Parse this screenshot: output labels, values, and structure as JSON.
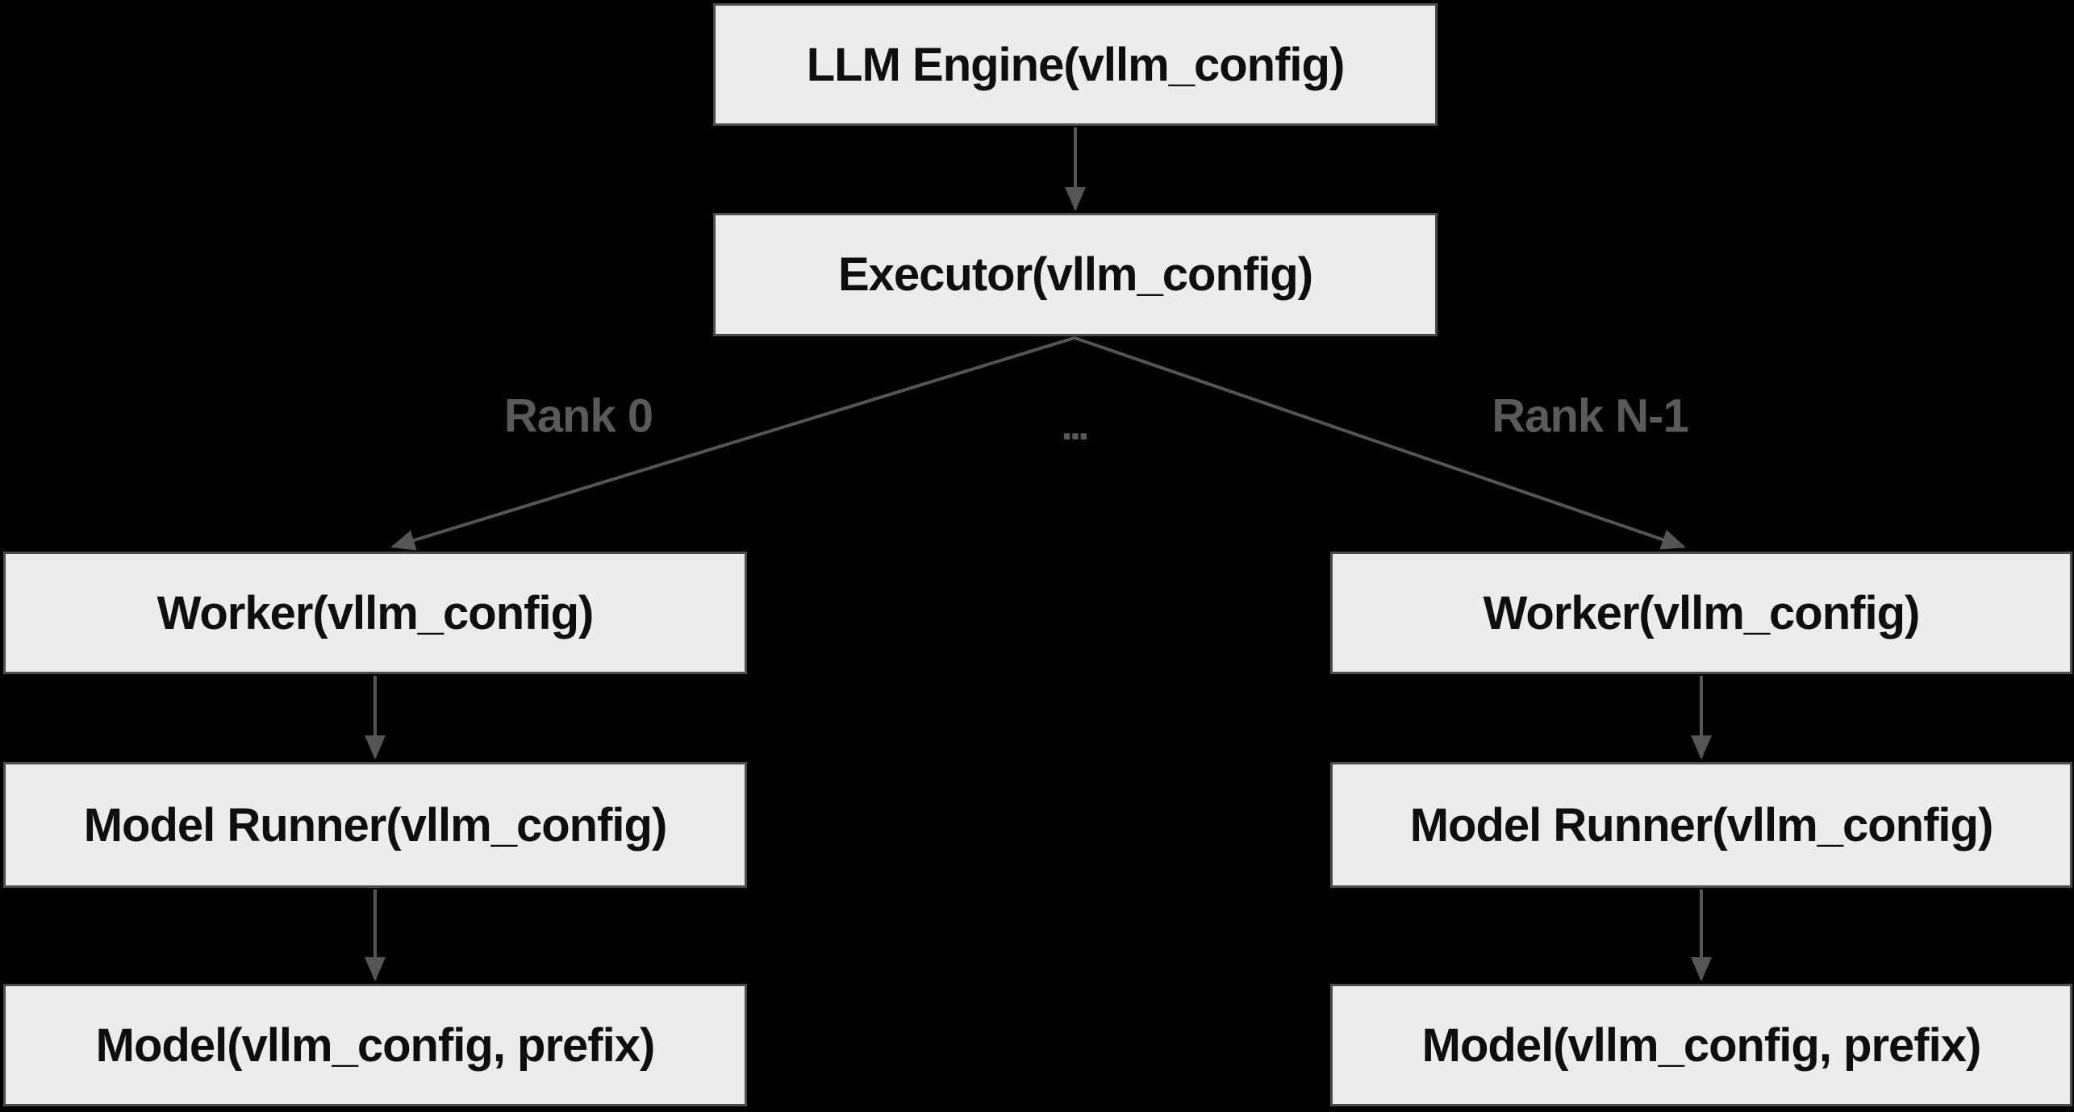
{
  "diagram": {
    "nodes": {
      "llm_engine": {
        "label": "LLM Engine(vllm_config)"
      },
      "executor": {
        "label": "Executor(vllm_config)"
      },
      "worker_left": {
        "label": "Worker(vllm_config)"
      },
      "model_runner_left": {
        "label": "Model Runner(vllm_config)"
      },
      "model_left": {
        "label": "Model(vllm_config, prefix)"
      },
      "worker_right": {
        "label": "Worker(vllm_config)"
      },
      "model_runner_right": {
        "label": "Model Runner(vllm_config)"
      },
      "model_right": {
        "label": "Model(vllm_config, prefix)"
      }
    },
    "edge_labels": {
      "rank_0": "Rank 0",
      "ellipsis": "...",
      "rank_n_1": "Rank N-1"
    },
    "colors": {
      "background": "#000000",
      "node_fill": "#ececec",
      "node_border": "#4c4c4c",
      "node_text": "#0e0e0e",
      "edge_line": "#555555",
      "edge_label_text": "#5a5a5a"
    }
  }
}
